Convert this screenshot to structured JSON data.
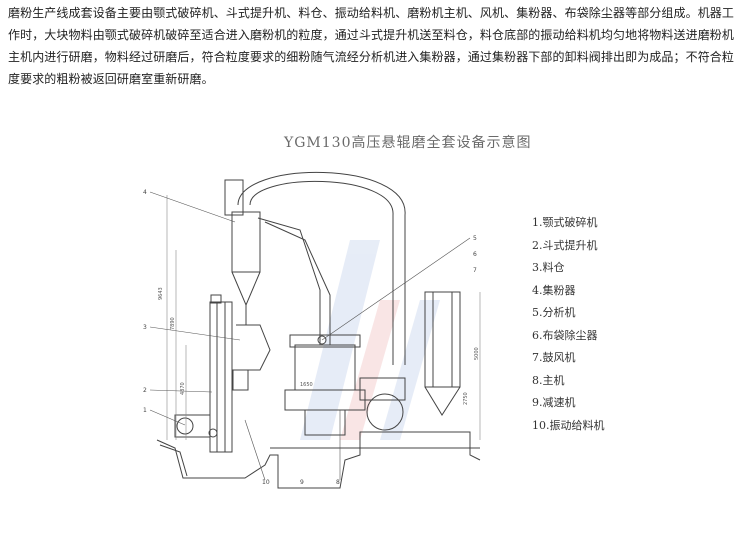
{
  "article": {
    "paragraph": "磨粉生产线成套设备主要由颚式破碎机、斗式提升机、料仓、振动给料机、磨粉机主机、风机、集粉器、布袋除尘器等部分组成。机器工作时，大块物料由颚式破碎机破碎至适合进入磨粉机的粒度，通过斗式提升机送至料仓，料仓底部的振动给料机均匀地将物料送进磨粉机主机内进行研磨，物料经过研磨后，符合粒度要求的细粉随气流经分析机进入集粉器，通过集粉器下部的卸料阀排出即为成品；不符合粒度要求的粗粉被返回研磨室重新研磨。"
  },
  "diagram": {
    "title": "YGM130高压悬辊磨全套设备示意图",
    "legend": [
      "1.颚式破碎机",
      "2.斗式提升机",
      "3.料仓",
      "4.集粉器",
      "5.分析机",
      "6.布袋除尘器",
      "7.鼓风机",
      "8.主机",
      "9.减速机",
      "10.振动给料机"
    ],
    "callouts": [
      "4",
      "3",
      "2",
      "1",
      "5",
      "6",
      "7",
      "8",
      "9",
      "10"
    ],
    "dimensions": [
      "9643",
      "7890",
      "4870",
      "1650",
      "5000",
      "2750"
    ]
  }
}
